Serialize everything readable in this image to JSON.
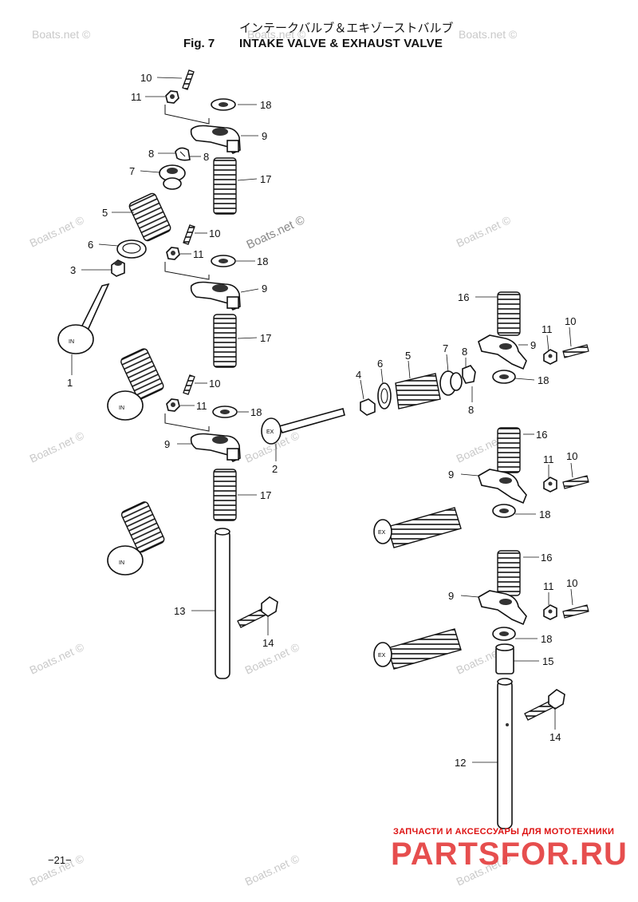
{
  "header": {
    "title_jp": "インテークバルブ＆エキゾーストバルブ",
    "fig_label": "Fig. 7",
    "title": "INTAKE VALVE & EXHAUST VALVE"
  },
  "page_number": "−21−",
  "watermark": {
    "text": "Boats.net ©",
    "highlight_text": "Boats.net ©"
  },
  "brand": {
    "tagline": "ЗАПЧАСТИ И АКСЕССУАРЫ ДЛЯ МОТОТЕХНИКИ",
    "name": "PARTSFOR.RU",
    "color": "#e23030"
  },
  "valve_marks": {
    "intake": "IN",
    "exhaust": "EX"
  },
  "callouts": [
    {
      "id": "c1",
      "label": "10"
    },
    {
      "id": "c2",
      "label": "11"
    },
    {
      "id": "c3",
      "label": "18"
    },
    {
      "id": "c4",
      "label": "9"
    },
    {
      "id": "c5",
      "label": "8"
    },
    {
      "id": "c6",
      "label": "8"
    },
    {
      "id": "c7",
      "label": "7"
    },
    {
      "id": "c8",
      "label": "17"
    },
    {
      "id": "c9",
      "label": "5"
    },
    {
      "id": "c10",
      "label": "6"
    },
    {
      "id": "c11",
      "label": "3"
    },
    {
      "id": "c12",
      "label": "1"
    },
    {
      "id": "c13",
      "label": "10"
    },
    {
      "id": "c14",
      "label": "11"
    },
    {
      "id": "c15",
      "label": "18"
    },
    {
      "id": "c16",
      "label": "9"
    },
    {
      "id": "c17",
      "label": "17"
    },
    {
      "id": "c18",
      "label": "10"
    },
    {
      "id": "c19",
      "label": "11"
    },
    {
      "id": "c20",
      "label": "18"
    },
    {
      "id": "c21",
      "label": "9"
    },
    {
      "id": "c22",
      "label": "17"
    },
    {
      "id": "c23",
      "label": "2"
    },
    {
      "id": "c24",
      "label": "13"
    },
    {
      "id": "c25",
      "label": "14"
    },
    {
      "id": "c26",
      "label": "16"
    },
    {
      "id": "c27",
      "label": "11"
    },
    {
      "id": "c28",
      "label": "10"
    },
    {
      "id": "c29",
      "label": "9"
    },
    {
      "id": "c30",
      "label": "4"
    },
    {
      "id": "c31",
      "label": "6"
    },
    {
      "id": "c32",
      "label": "5"
    },
    {
      "id": "c33",
      "label": "7"
    },
    {
      "id": "c34",
      "label": "8"
    },
    {
      "id": "c35",
      "label": "8"
    },
    {
      "id": "c36",
      "label": "18"
    },
    {
      "id": "c37",
      "label": "16"
    },
    {
      "id": "c38",
      "label": "11"
    },
    {
      "id": "c39",
      "label": "10"
    },
    {
      "id": "c40",
      "label": "9"
    },
    {
      "id": "c41",
      "label": "18"
    },
    {
      "id": "c42",
      "label": "16"
    },
    {
      "id": "c43",
      "label": "11"
    },
    {
      "id": "c44",
      "label": "10"
    },
    {
      "id": "c45",
      "label": "9"
    },
    {
      "id": "c46",
      "label": "18"
    },
    {
      "id": "c47",
      "label": "15"
    },
    {
      "id": "c48",
      "label": "12"
    },
    {
      "id": "c49",
      "label": "14"
    }
  ]
}
